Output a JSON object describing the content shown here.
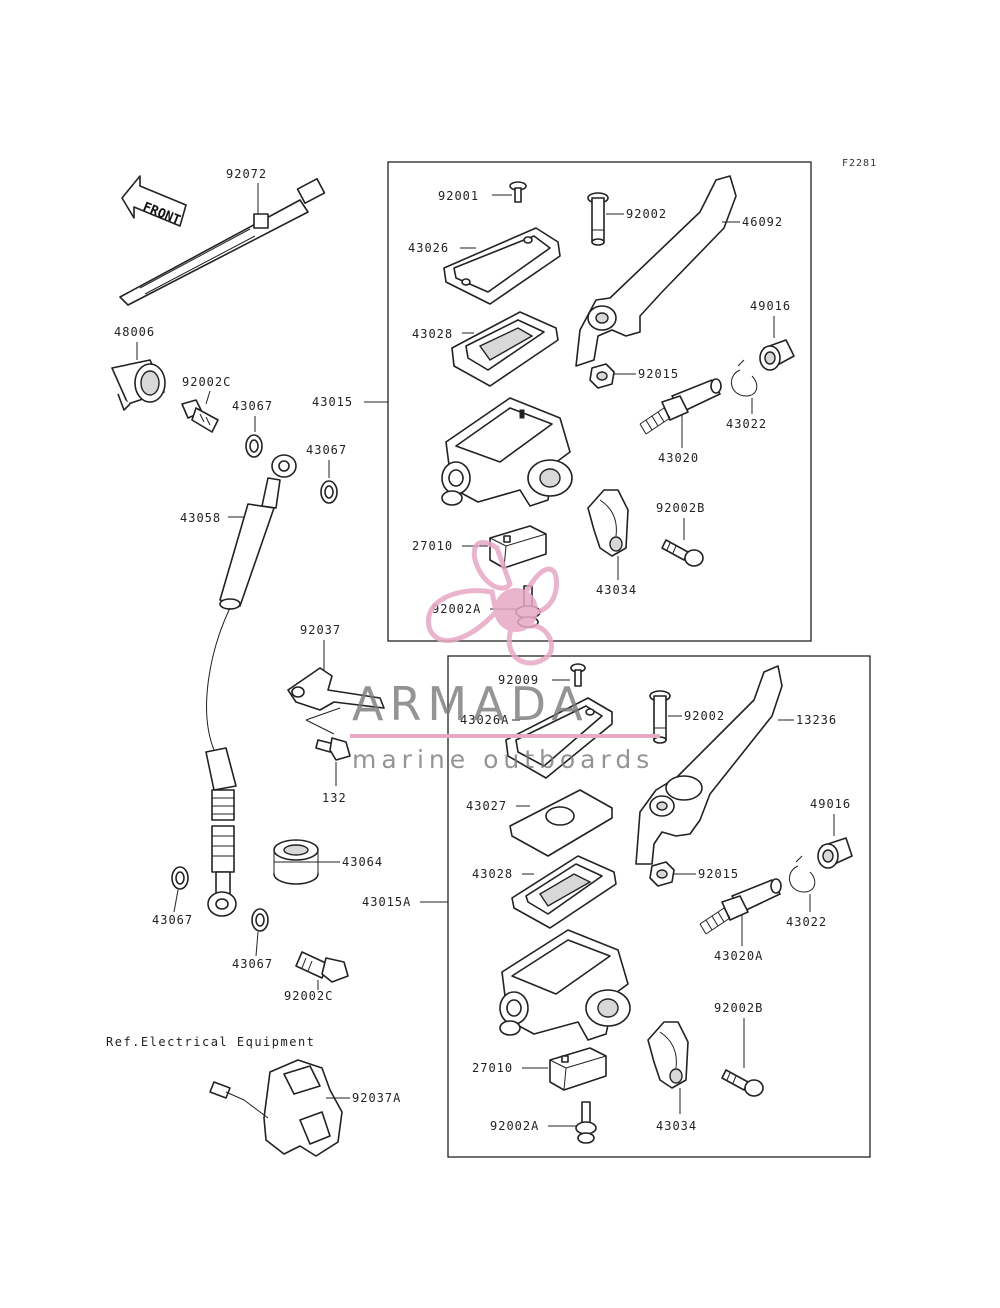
{
  "figure_code": "F2281",
  "reference_note": "Ref.Electrical Equipment",
  "front_label": "FRONT",
  "watermark": {
    "brand": "ARMADA",
    "tagline": "marine outboards",
    "accent_color": "#e7a9c4",
    "text_color": "#7a7a7a"
  },
  "labels": {
    "p92072": "92072",
    "p48006": "48006",
    "p92002C_top": "92002C",
    "p43067_a": "43067",
    "p43067_b": "43067",
    "p43058": "43058",
    "p43015": "43015",
    "p92001": "92001",
    "p43026": "43026",
    "p43028_top": "43028",
    "p92002_top": "92002",
    "p46092": "46092",
    "p49016_top": "49016",
    "p92015_top": "92015",
    "p43022_top": "43022",
    "p43020": "43020",
    "p27010_top": "27010",
    "p92002B_top": "92002B",
    "p43034_top": "43034",
    "p92002A_top": "92002A",
    "p92037": "92037",
    "p132": "132",
    "p43064": "43064",
    "p43067_c": "43067",
    "p43067_d": "43067",
    "p92002C_bot": "92002C",
    "p92037A": "92037A",
    "p43015A": "43015A",
    "p92009": "92009",
    "p43026A": "43026A",
    "p92002_bot": "92002",
    "p13236": "13236",
    "p43027": "43027",
    "p49016_bot": "49016",
    "p92015_bot": "92015",
    "p43028_bot": "43028",
    "p43022_bot": "43022",
    "p43020A": "43020A",
    "p27010_bot": "27010",
    "p92002B_bot": "92002B",
    "p43034_bot": "43034",
    "p92002A_bot": "92002A"
  }
}
